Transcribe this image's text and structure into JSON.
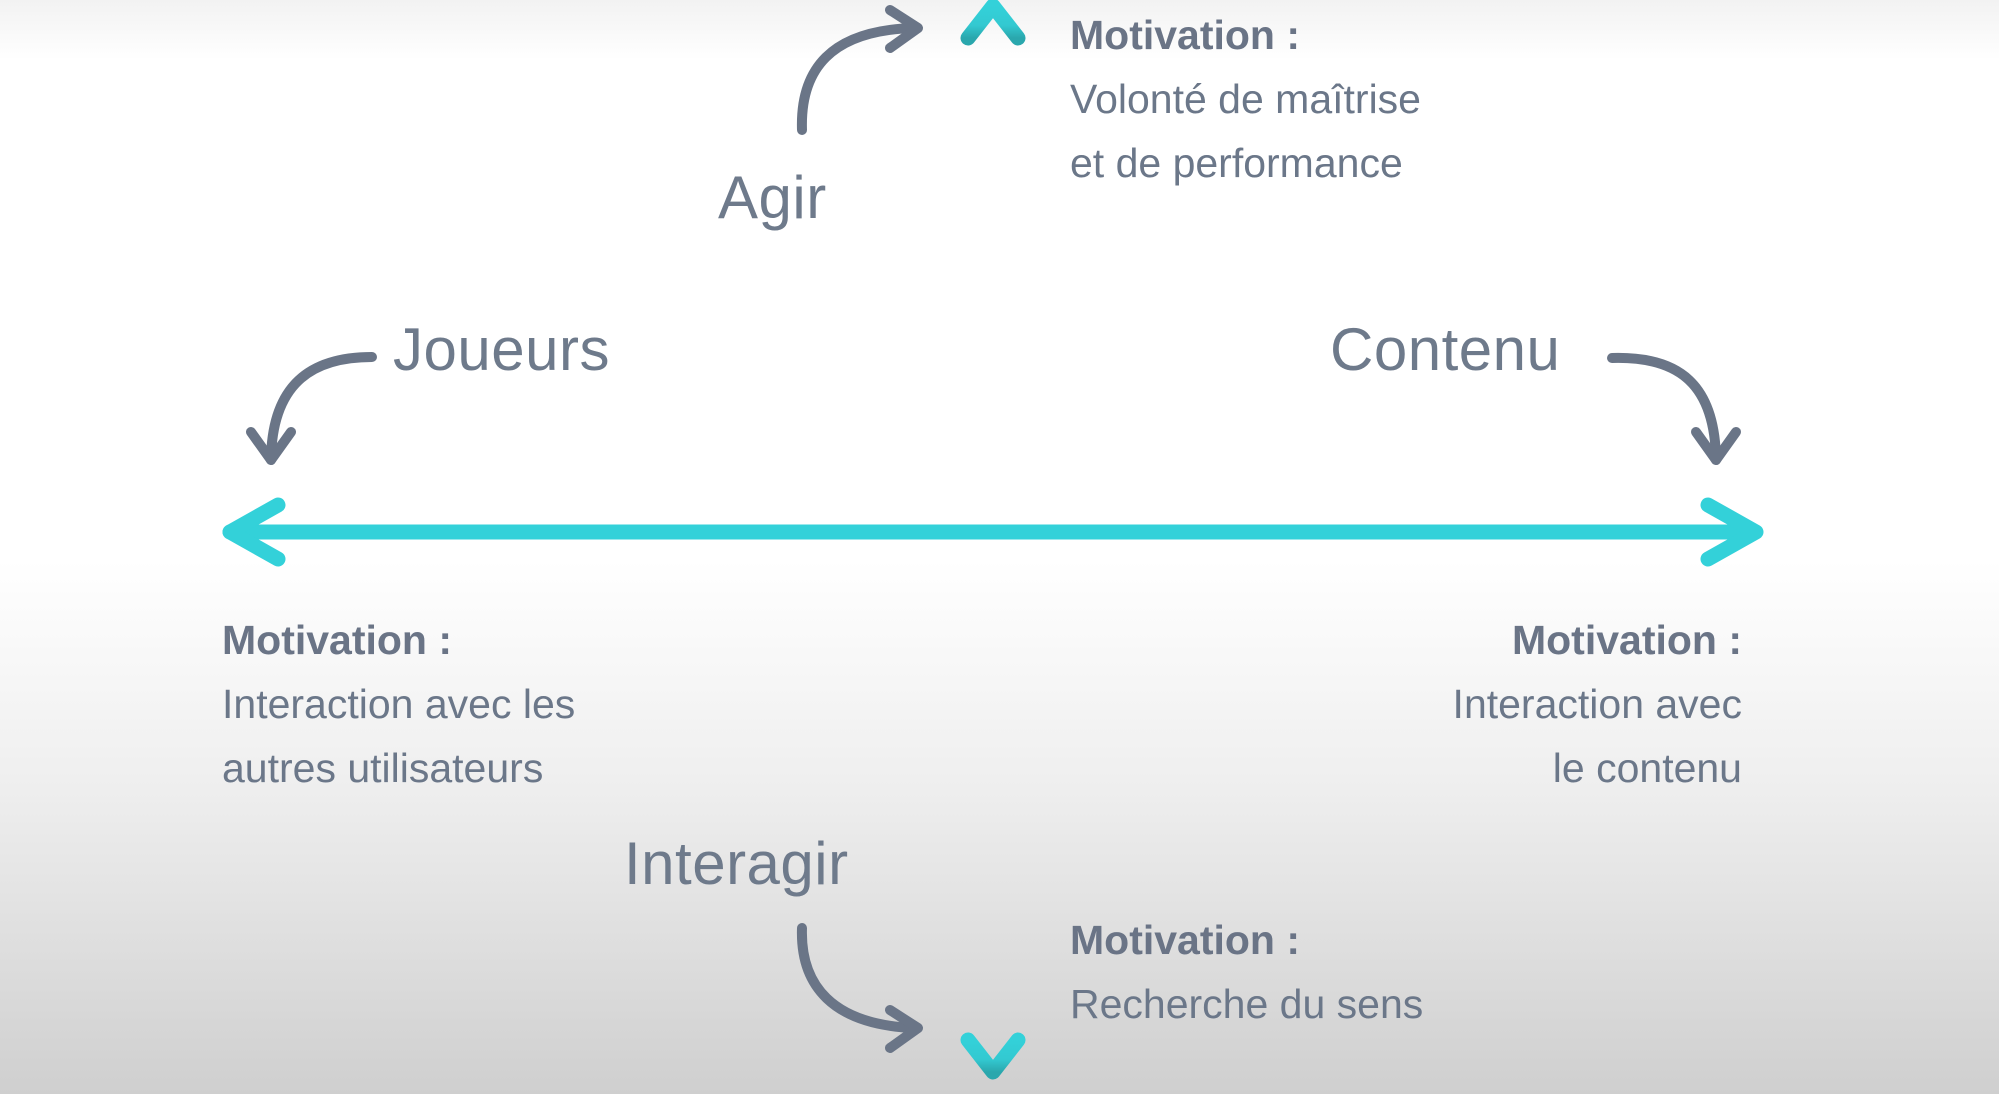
{
  "colors": {
    "axis": "#33d1d9",
    "curve_arrow": "#6a7587",
    "text": "#6b7789"
  },
  "axes": {
    "top": "Agir",
    "bottom": "Interagir",
    "left": "Joueurs",
    "right": "Contenu"
  },
  "quadrants": {
    "top": {
      "title": "Motivation :",
      "lines": [
        "Volonté  de  maîtrise",
        "et de performance"
      ]
    },
    "left": {
      "title": "Motivation :",
      "lines": [
        "Interaction  avec  les",
        "autres utilisateurs"
      ]
    },
    "right": {
      "title": "Motivation :",
      "lines": [
        "Interaction avec",
        "le contenu"
      ]
    },
    "bottom": {
      "title": "Motivation :",
      "lines": [
        "Recherche du sens"
      ]
    }
  }
}
